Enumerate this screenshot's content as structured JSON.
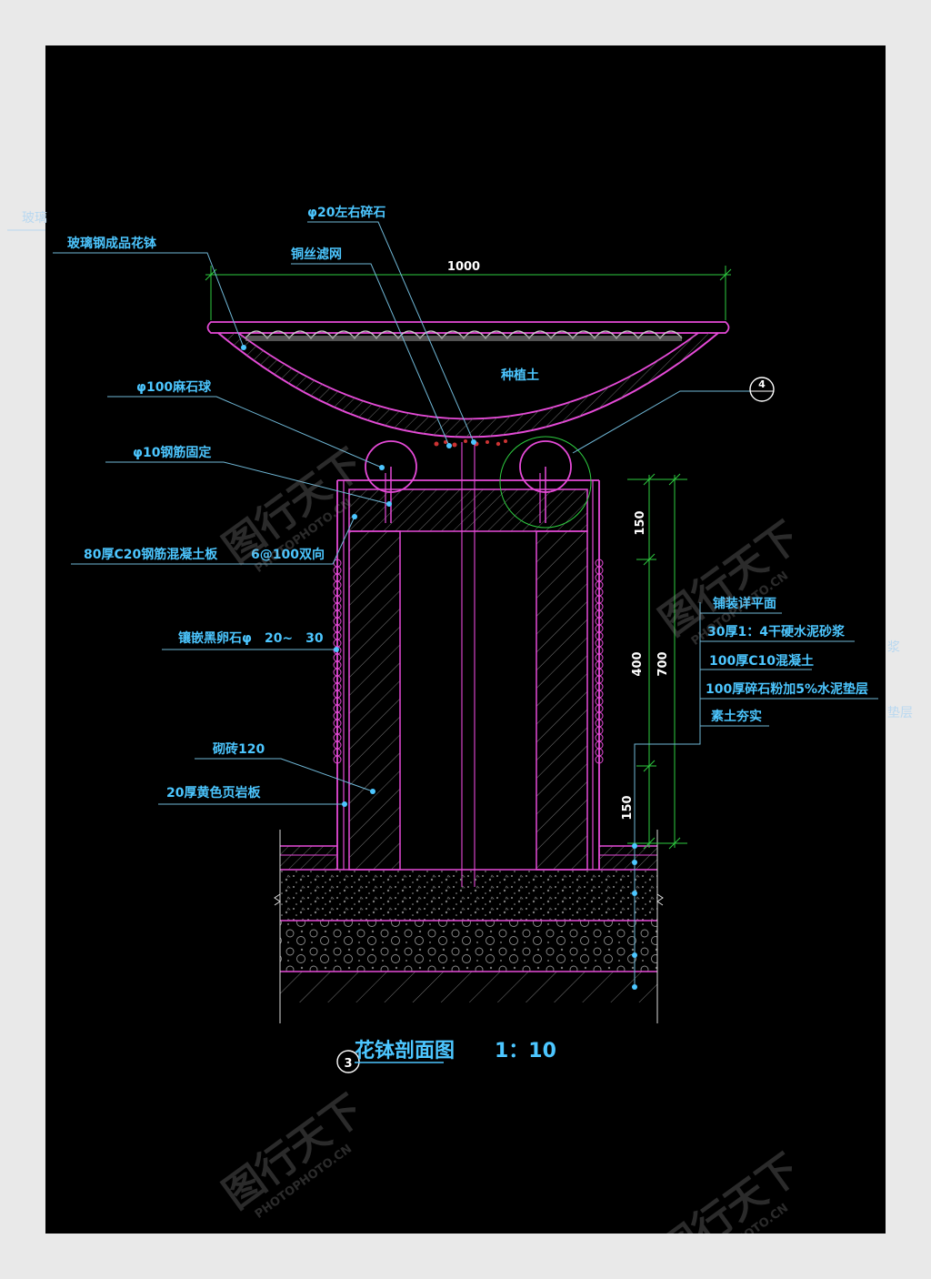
{
  "labels": {
    "frp_planter": "玻璃钢成品花钵",
    "gravel": "φ20左右碎石",
    "copper_mesh": "铜丝滤网",
    "planting_soil": "种植土",
    "granite_ball": "φ100麻石球",
    "steel_fix": "φ10钢筋固定",
    "concrete_slab": "80厚C20钢筋混凝土板",
    "rebar_spacing": "6@100双向",
    "black_pebble": "镶嵌黑卵石φ　20~　30",
    "brick": "砌砖120",
    "shale_board": "20厚黄色页岩板",
    "paving_surface": "铺装详平面",
    "dry_mortar": "30厚1：4干硬水泥砂浆",
    "c10_concrete": "100厚C10混凝土",
    "gravel_base": "100厚碎石粉加5%水泥垫层",
    "compacted_soil": "素土夯实"
  },
  "dimensions": {
    "width": "1000",
    "top": "150",
    "middle": "400",
    "bottom": "150",
    "total": "700"
  },
  "callouts": {
    "detail": "4",
    "section": "3"
  },
  "title": {
    "name": "花钵剖面图",
    "scale": "1：10"
  },
  "watermarks": {
    "brand": "图行天下",
    "site": "PHOTOPHOTO.CN"
  },
  "outside_fragments": {
    "left": "玻璃",
    "right_top": "浆",
    "right_bottom": "垫层"
  },
  "colors": {
    "background": "#000000",
    "paper": "#e9e9e9",
    "outline": "#e64ad8",
    "label": "#4cc6ff",
    "dimension": "#2ecc40",
    "leader": "#6fb7d6",
    "hatch": "#8a8a8a"
  }
}
